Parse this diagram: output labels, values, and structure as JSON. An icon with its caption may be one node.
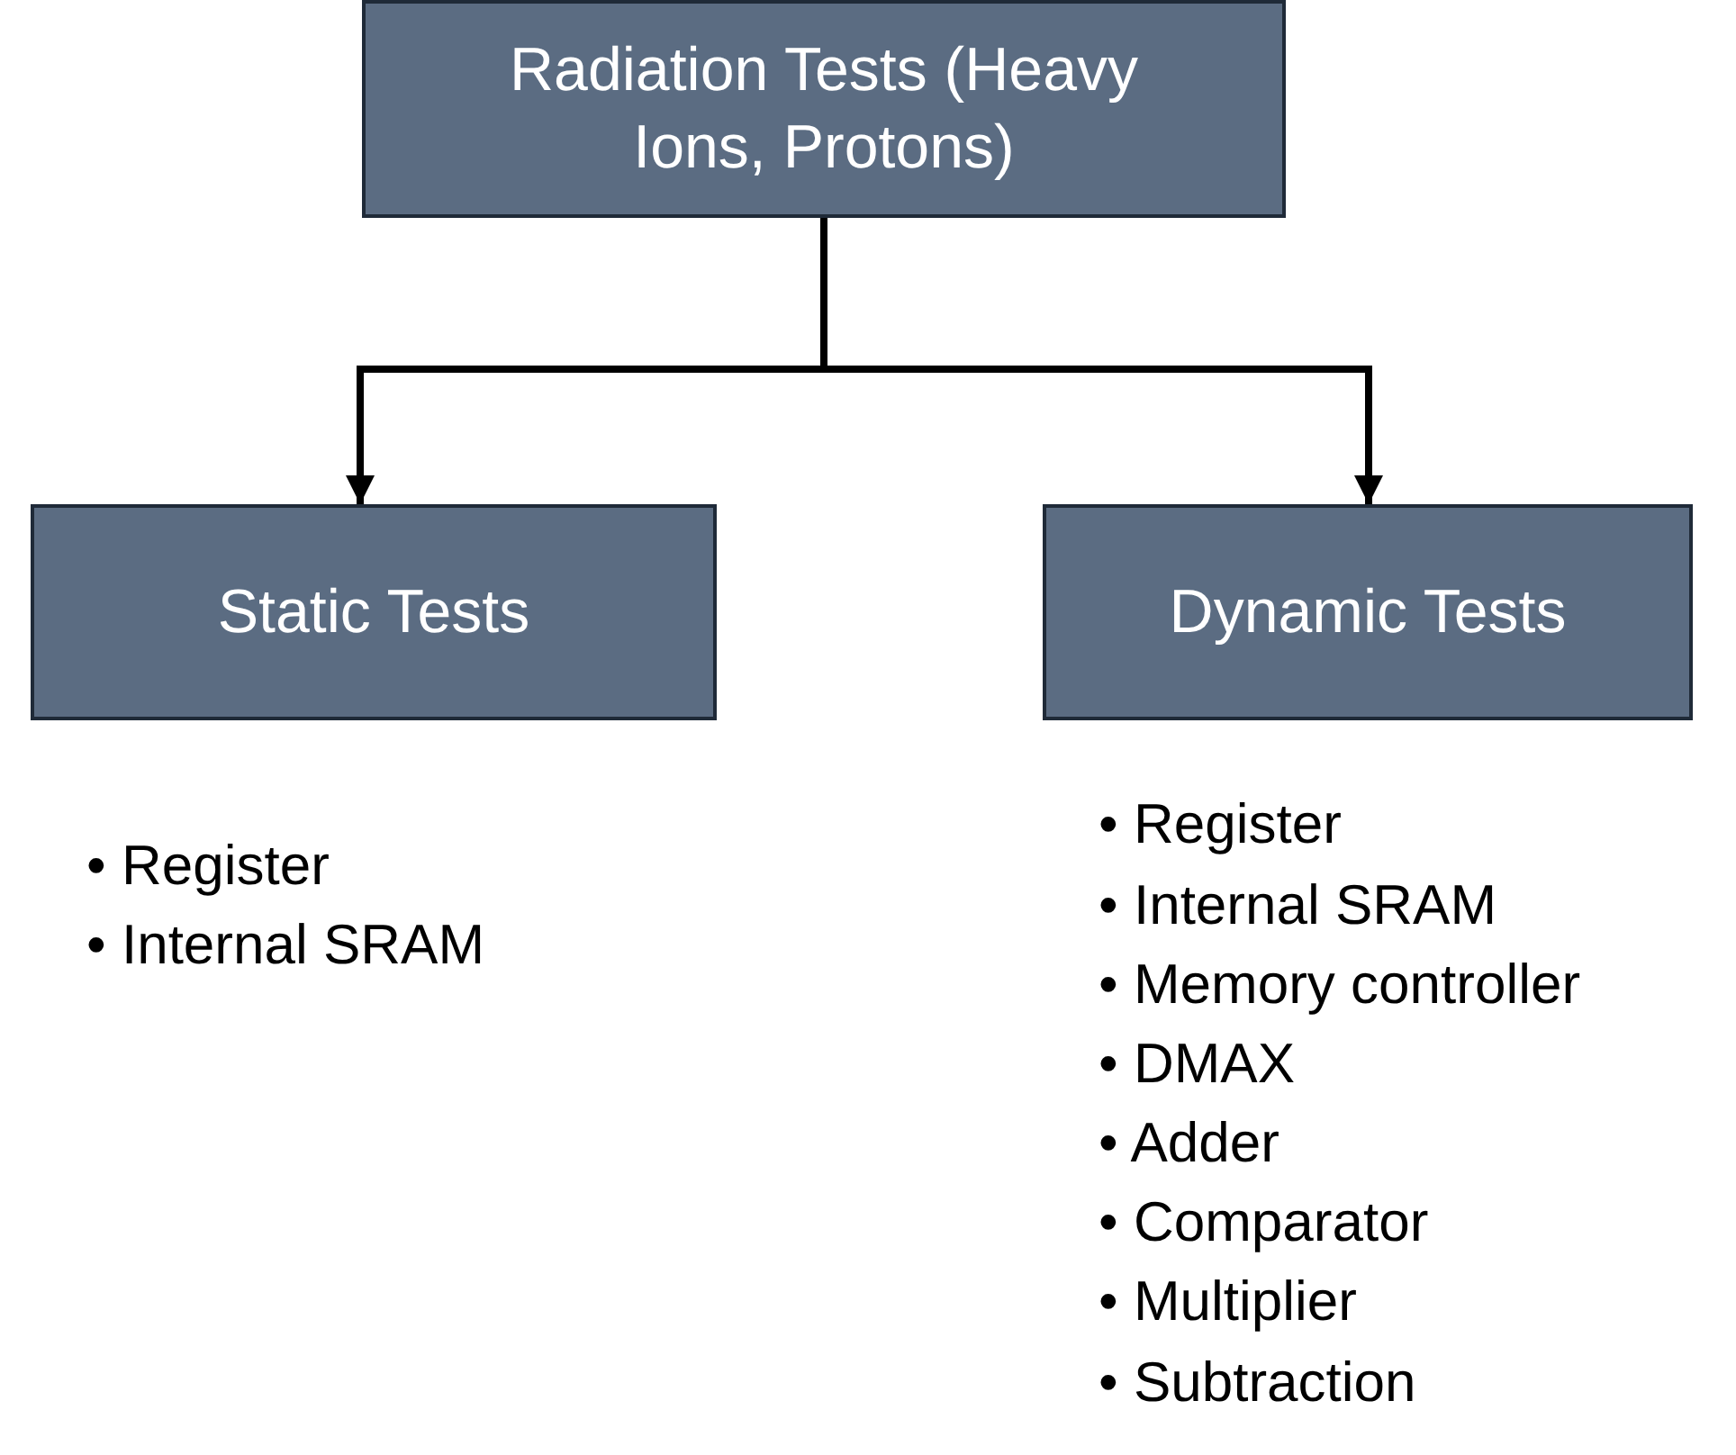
{
  "diagram": {
    "nodes": [
      {
        "text": [
          "Radiation Tests (Heavy Ions, Protons)"
        ]
      },
      {
        "text": [
          "Static Tests"
        ],
        "beside": [
          "• Register",
          "• Internal SRAM"
        ]
      },
      {
        "text": [
          "Dynamic Tests"
        ],
        "beside": [
          "• Register",
          "• Internal SRAM",
          "• Memory controller",
          "• DMAX",
          "• Adder",
          "• Comparator",
          "• Multiplier",
          "• Subtraction"
        ]
      }
    ],
    "edges": [
      {
        "from": 0,
        "to": 1,
        "arrow": "to"
      },
      {
        "from": 0,
        "to": 2,
        "arrow": "to"
      }
    ]
  }
}
